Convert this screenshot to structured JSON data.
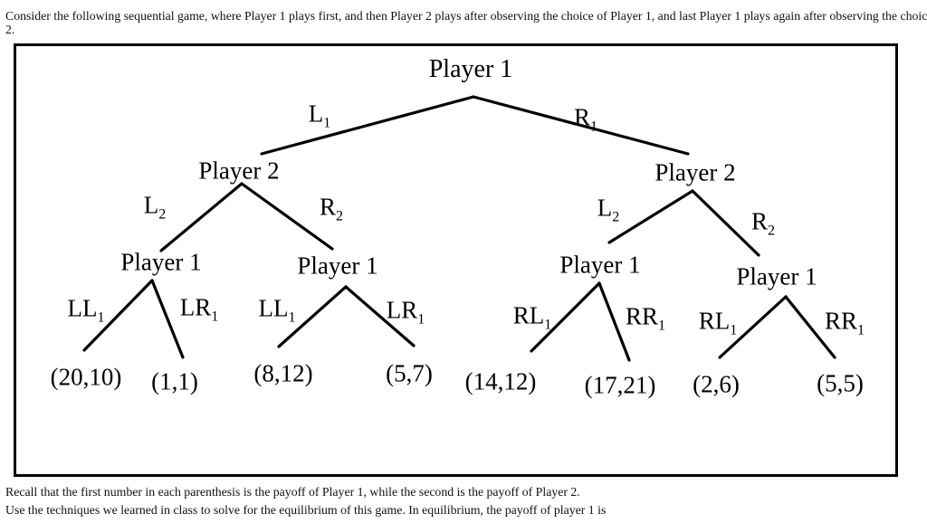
{
  "intro": {
    "line1": "Consider the following sequential game, where Player 1 plays first, and then Player 2 plays after observing the choice of Player 1, and last Player 1 plays again after observing the choice of Player",
    "line2": "2."
  },
  "footer": {
    "line1": "Recall that the first number in each parenthesis is the payoff of Player 1, while the second is the payoff of Player 2.",
    "line2": "Use the techniques we learned in class to solve for the equilibrium of this game. In equilibrium, the payoff of player 1 is"
  },
  "tree": {
    "nodes": {
      "root": "Player 1",
      "p2_left": "Player 2",
      "p2_right": "Player 2",
      "p1_left_left": "Player 1",
      "p1_left_right": "Player 1",
      "p1_right_left": "Player 1",
      "p1_right_right": "Player 1"
    },
    "edges": {
      "l1": {
        "base": "L",
        "sub": "1"
      },
      "r1": {
        "base": "R",
        "sub": "1"
      },
      "l2_left": {
        "base": "L",
        "sub": "2"
      },
      "r2_left": {
        "base": "R",
        "sub": "2"
      },
      "l2_right": {
        "base": "L",
        "sub": "2"
      },
      "r2_right": {
        "base": "R",
        "sub": "2"
      },
      "ll1_left": {
        "base": "LL",
        "sub": "1"
      },
      "lr1_left": {
        "base": "LR",
        "sub": "1"
      },
      "ll1_mid": {
        "base": "LL",
        "sub": "1"
      },
      "lr1_mid": {
        "base": "LR",
        "sub": "1"
      },
      "rl1_mid": {
        "base": "RL",
        "sub": "1"
      },
      "rr1_mid": {
        "base": "RR",
        "sub": "1"
      },
      "rl1_right": {
        "base": "RL",
        "sub": "1"
      },
      "rr1_right": {
        "base": "RR",
        "sub": "1"
      }
    },
    "payoffs": {
      "ll_l": "(20,10)",
      "ll_r": "(1,1)",
      "lr_l": "(8,12)",
      "lr_r": "(5,7)",
      "rl_l": "(14,12)",
      "rl_r": "(17,21)",
      "rr_l": "(2,6)",
      "rr_r": "(5,5)"
    },
    "line_color": "#000000"
  }
}
